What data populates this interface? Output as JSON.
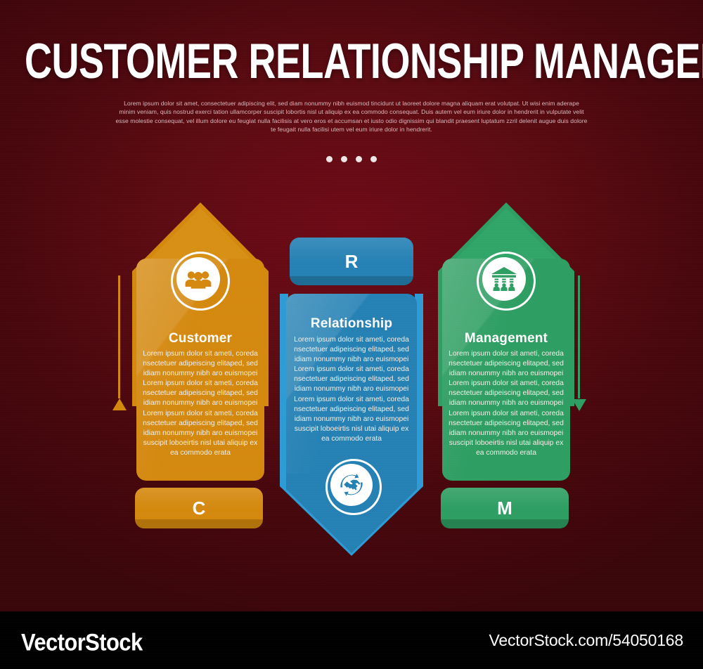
{
  "header": {
    "title": "CUSTOMER RELATIONSHIP MANAGEMENT",
    "subtitle": "Lorem ipsum dolor sit amet, consectetuer adipiscing elit, sed diam nonummy nibh euismod tincidunt ut laoreet dolore magna aliquam erat volutpat. Ut wisi enim aderape minim veniam, quis nostrud exerci tation ullamcorper suscipit lobortis nisl ut aliquip ex ea commodo consequat. Duis autem vel eum iriure dolor in hendrerit in vulputate velit esse molestie consequat, vel illum dolore eu feugiat nulla facilisis at vero eros et accumsan et iusto odio dignissim qui blandit praesent luptatum zzril delenit augue duis dolore te feugait nulla facilisi utem vel eum iriure dolor in hendrerit.",
    "dots_count": 4
  },
  "body_text": "Lorem ipsum dolor sit ameti, coreda nsectetuer adipeiscing elitaped, sed idiam nonummy nibh aro euismopei Lorem ipsum dolor sit ameti, coreda nsectetuer adipeiscing elitaped, sed idiam nonummy nibh aro euismopei Lorem ipsum dolor sit ameti, coreda nsectetuer adipeiscing elitaped, sed idiam nonummy nibh aro euismopei suscipit loboeirtis nisl utai aliquip ex ea commodo erata",
  "columns": [
    {
      "id": "customer",
      "heading": "Customer",
      "letter": "C",
      "icon": "users-group-icon",
      "direction": "up",
      "color": "#D4880E",
      "color_dark": "#B8760A",
      "color_light": "#DE9420",
      "outline_color": "#D4880E"
    },
    {
      "id": "relationship",
      "heading": "Relationship",
      "letter": "R",
      "icon": "handshake-cycle-icon",
      "direction": "down",
      "color": "#2581B4",
      "color_dark": "#1E6E9B",
      "color_light": "#2F8FC2",
      "outline_color": "#2E9BD4"
    },
    {
      "id": "management",
      "heading": "Management",
      "letter": "M",
      "icon": "bank-building-icon",
      "direction": "up",
      "color": "#2E9E62",
      "color_dark": "#23875120",
      "color_light": "#35AC6C",
      "outline_color": "#2EA868"
    }
  ],
  "theme": {
    "background_outer": "#3A060A",
    "background_center": "#6E0A16",
    "footer_background": "#000000",
    "text_white": "#FFFFFF"
  },
  "footer": {
    "logo": "VectorStock",
    "url": "VectorStock.com/54050168"
  }
}
